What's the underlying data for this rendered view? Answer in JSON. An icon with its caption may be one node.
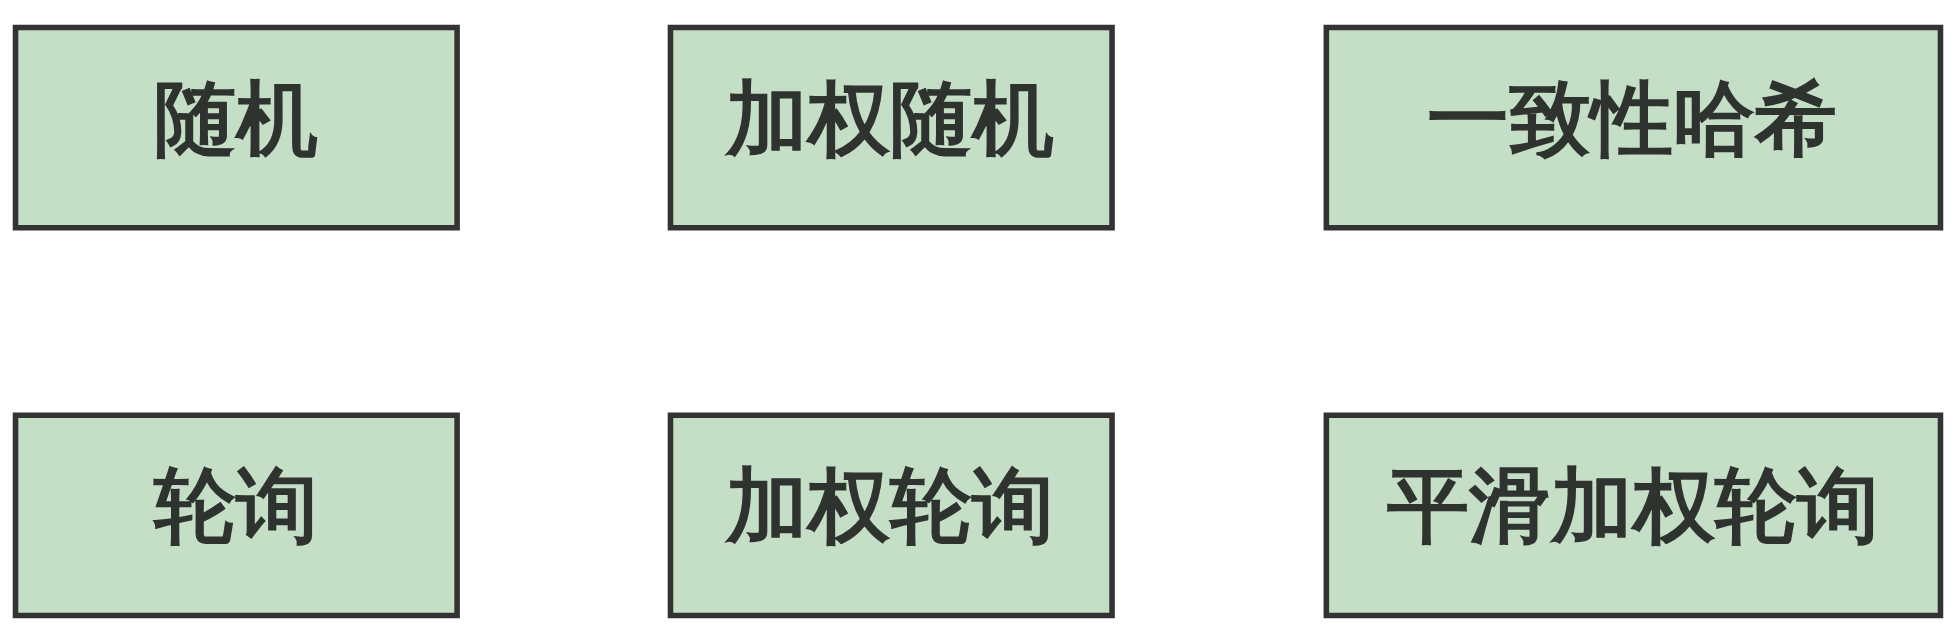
{
  "diagram": {
    "nodes": [
      {
        "text": [
          "随机"
        ]
      },
      {
        "text": [
          "加权随机"
        ]
      },
      {
        "text": [
          "一致性哈希"
        ]
      },
      {
        "text": [
          "轮询"
        ]
      },
      {
        "text": [
          "加权轮询"
        ]
      },
      {
        "text": [
          "平滑加权轮询"
        ]
      }
    ]
  }
}
